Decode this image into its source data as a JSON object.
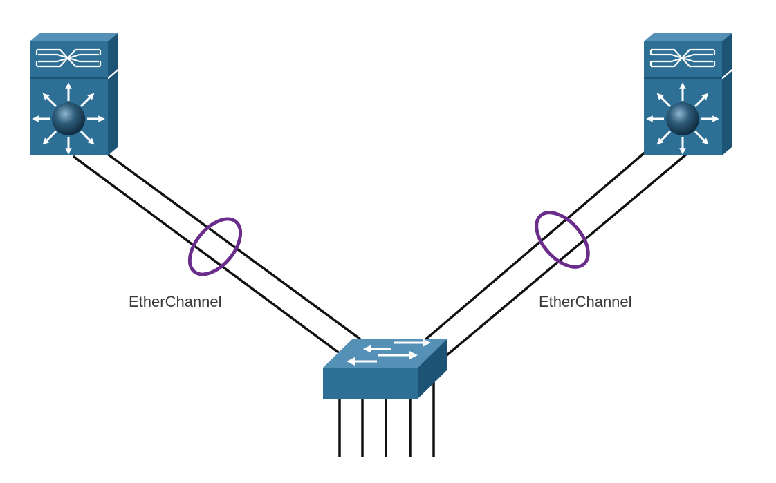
{
  "diagram": {
    "links": [
      {
        "label": "EtherChannel"
      },
      {
        "label": "EtherChannel"
      }
    ],
    "colors": {
      "device_front": "#2e6f96",
      "device_top": "#5590b7",
      "device_side": "#1d5475",
      "cable": "#111111",
      "bundle_ring": "#6a2d8c",
      "label_text": "#3a3a3a"
    },
    "devices": [
      {
        "name": "multilayer-switch-left",
        "icon": "multilayer-switch-icon"
      },
      {
        "name": "multilayer-switch-right",
        "icon": "multilayer-switch-icon"
      },
      {
        "name": "access-switch",
        "icon": "workgroup-switch-icon"
      }
    ]
  }
}
